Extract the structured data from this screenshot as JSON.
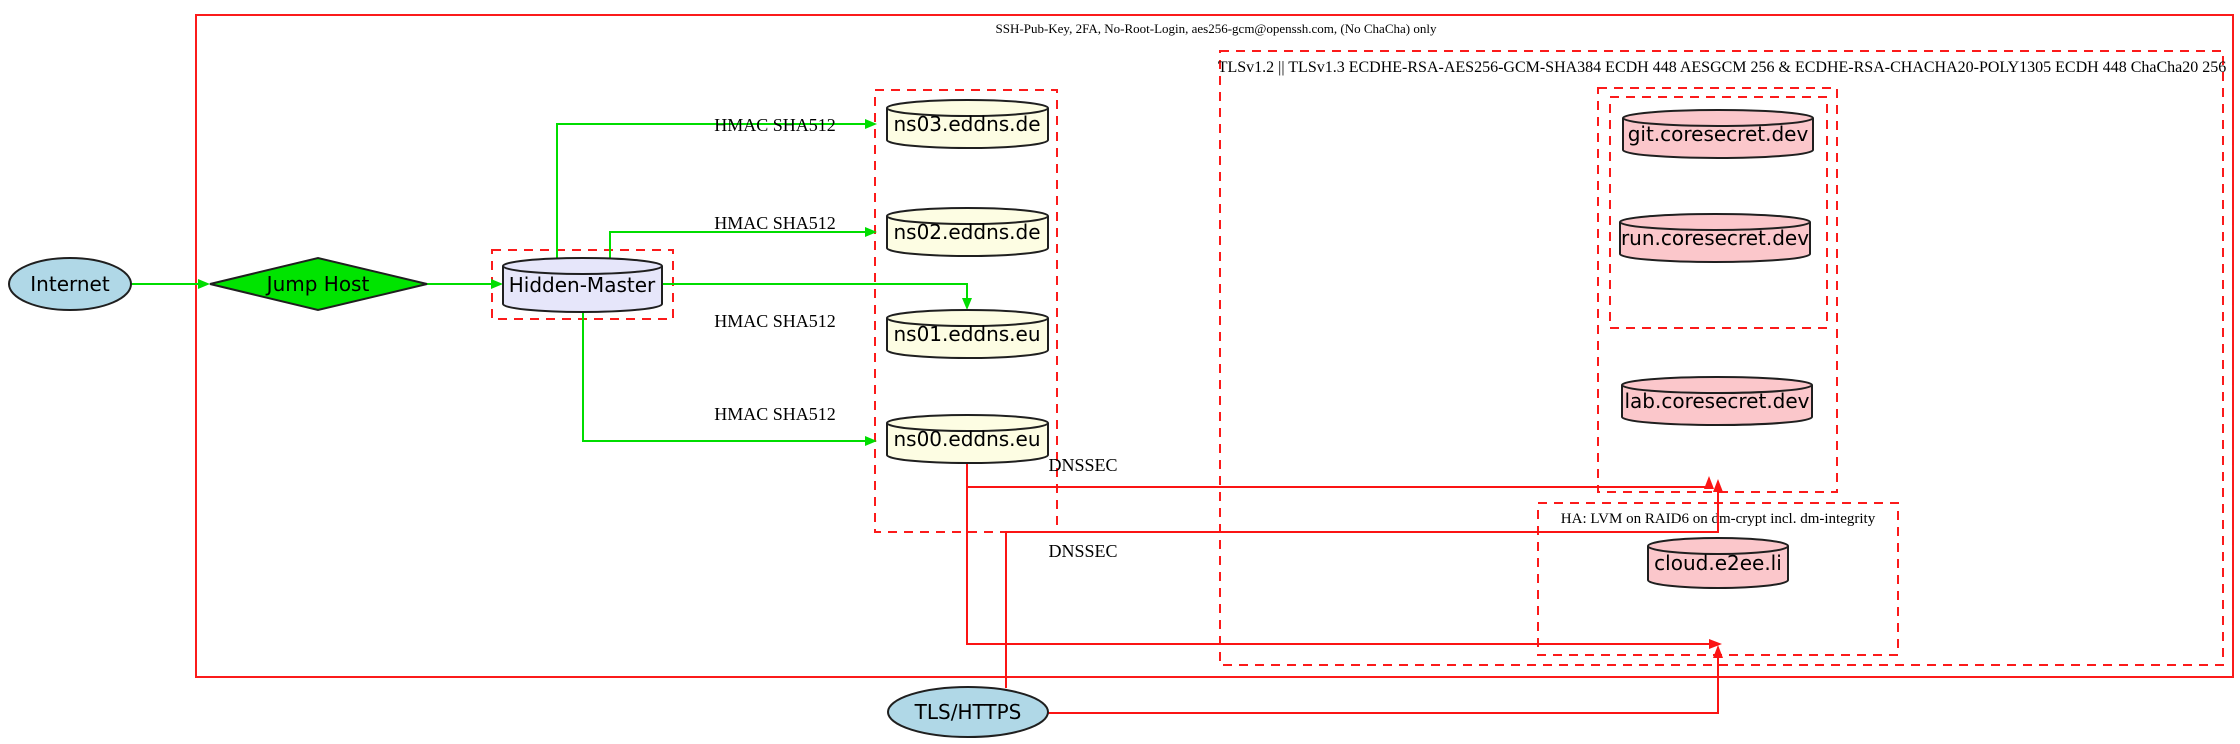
{
  "diagram": {
    "clusters": {
      "ssh": {
        "label": "SSH-Pub-Key, 2FA, No-Root-Login, aes256-gcm@openssh.com, (No ChaCha) only"
      },
      "tls": {
        "label": "TLSv1.2 || TLSv1.3 ECDHE-RSA-AES256-GCM-SHA384 ECDH 448 AESGCM 256 & ECDHE-RSA-CHACHA20-POLY1305 ECDH 448 ChaCha20 256"
      },
      "ha": {
        "label": "HA: LVM on RAID6 on dm-crypt incl. dm-integrity"
      }
    },
    "nodes": {
      "internet": {
        "label": "Internet",
        "shape": "ellipse",
        "fill": "#b0d8e7"
      },
      "jump_host": {
        "label": "Jump Host",
        "shape": "diamond",
        "fill": "#00e400"
      },
      "hidden_master": {
        "label": "Hidden-Master",
        "shape": "cylinder",
        "fill": "#e6e6fa"
      },
      "ns03": {
        "label": "ns03.eddns.de",
        "shape": "cylinder",
        "fill": "#fdfde3"
      },
      "ns02": {
        "label": "ns02.eddns.de",
        "shape": "cylinder",
        "fill": "#fdfde3"
      },
      "ns01": {
        "label": "ns01.eddns.eu",
        "shape": "cylinder",
        "fill": "#fdfde3"
      },
      "ns00": {
        "label": "ns00.eddns.eu",
        "shape": "cylinder",
        "fill": "#fdfde3"
      },
      "git": {
        "label": "git.coresecret.dev",
        "shape": "cylinder",
        "fill": "#fbc7cb"
      },
      "run": {
        "label": "run.coresecret.dev",
        "shape": "cylinder",
        "fill": "#fbc7cb"
      },
      "lab": {
        "label": "lab.coresecret.dev",
        "shape": "cylinder",
        "fill": "#fbc7cb"
      },
      "cloud": {
        "label": "cloud.e2ee.li",
        "shape": "cylinder",
        "fill": "#fbc7cb"
      },
      "tls_https": {
        "label": "TLS/HTTPS",
        "shape": "ellipse",
        "fill": "#b0d8e7"
      }
    },
    "edge_labels": {
      "hmac_ns03": "HMAC SHA512",
      "hmac_ns02": "HMAC SHA512",
      "hmac_ns01": "HMAC SHA512",
      "hmac_ns00": "HMAC SHA512",
      "dnssec_1": "DNSSEC",
      "dnssec_2": "DNSSEC"
    },
    "colors": {
      "edge_green": "#00dd00",
      "edge_red": "#fb1414",
      "cluster_red": "#fb1b1b",
      "node_outline": "#1f1f1f",
      "node_blue": "#b0d8e7",
      "node_green": "#00e400",
      "node_lavender": "#e6e6fa",
      "node_yellow": "#fdfde3",
      "node_pink": "#fbc7cb"
    }
  }
}
